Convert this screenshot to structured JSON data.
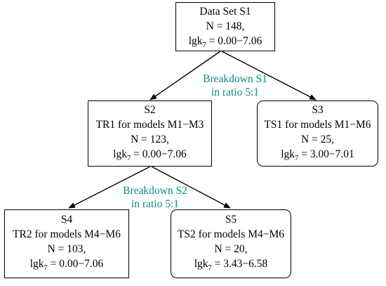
{
  "nodes": {
    "s1": {
      "title": "Data Set S1",
      "n": "N = 148,",
      "range_prefix": "lgk",
      "range_sub": "7",
      "range_value": " = 0.00−7.06"
    },
    "s2": {
      "title": "S2",
      "desc": "TR1 for models M1−M3",
      "n": "N = 123,",
      "range_prefix": "lgk",
      "range_sub": "7",
      "range_value": " = 0.00−7.06"
    },
    "s3": {
      "title": "S3",
      "desc": "TS1 for models M1−M6",
      "n": "N = 25,",
      "range_prefix": "lgk",
      "range_sub": "7",
      "range_value": " = 3.00−7.01"
    },
    "s4": {
      "title": "S4",
      "desc": "TR2 for models M4−M6",
      "n": "N = 103,",
      "range_prefix": "lgk",
      "range_sub": "7",
      "range_value": " = 0.00−7.06"
    },
    "s5": {
      "title": "S5",
      "desc": "TS2 for models M4−M6",
      "n": "N = 20,",
      "range_prefix": "lgk",
      "range_sub": "7",
      "range_value": " = 3.43−6.58"
    }
  },
  "edges": {
    "breakdown1": {
      "line1": "Breakdown S1",
      "line2": "in ratio 5:1"
    },
    "breakdown2": {
      "line1": "Breakdown S2",
      "line2": "in ratio 5:1"
    }
  },
  "colors": {
    "label": "#0b8a8a",
    "border": "#000000"
  }
}
